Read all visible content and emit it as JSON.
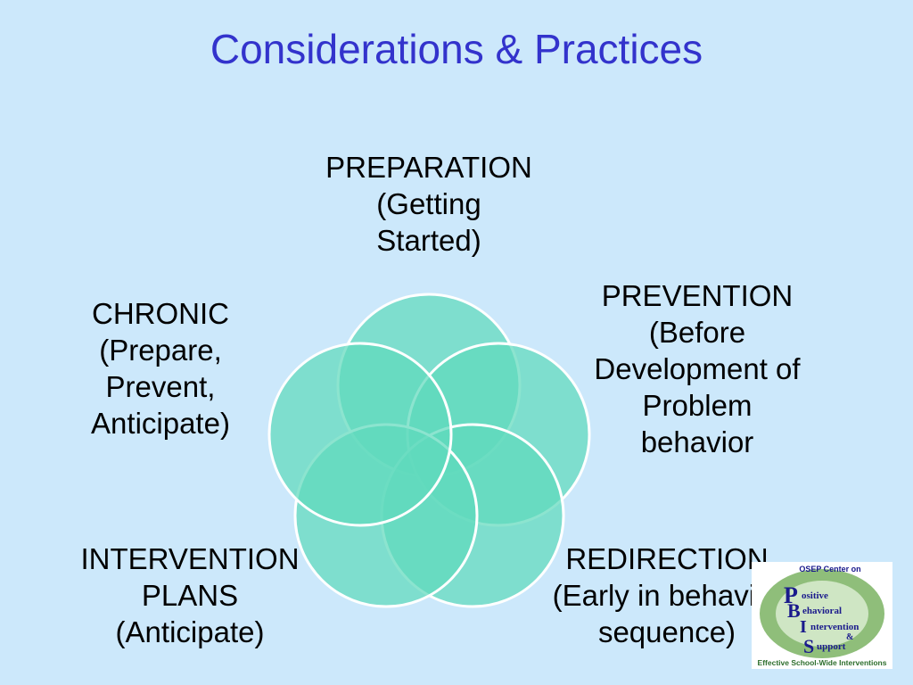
{
  "slide": {
    "title": "Considerations & Practices"
  },
  "diagram": {
    "circle_fill": "#5fd9bd",
    "circle_stroke": "#ffffff",
    "labels": [
      {
        "id": "preparation",
        "lines": [
          "PREPARATION",
          "(Getting",
          "Started)"
        ]
      },
      {
        "id": "prevention",
        "lines": [
          "PREVENTION",
          "(Before",
          "Development of",
          "Problem",
          "behavior"
        ]
      },
      {
        "id": "redirection",
        "lines": [
          "REDIRECTION",
          "(Early in behavior",
          "sequence)"
        ]
      },
      {
        "id": "intervention-plans",
        "lines": [
          "INTERVENTION",
          "PLANS",
          "(Anticipate)"
        ]
      },
      {
        "id": "chronic",
        "lines": [
          "CHRONIC",
          "(Prepare,",
          "Prevent,",
          "Anticipate)"
        ]
      }
    ]
  },
  "logo": {
    "header": "OSEP Center on",
    "letters": [
      "P",
      "B",
      "I",
      "S"
    ],
    "words": [
      "ositive",
      "ehavioral",
      "ntervention",
      "&",
      "upport"
    ],
    "footer": "Effective School-Wide Interventions",
    "colors": {
      "ring": "#8fbe7a",
      "text": "#1a1a8c",
      "accent": "#2d6e2d"
    }
  }
}
